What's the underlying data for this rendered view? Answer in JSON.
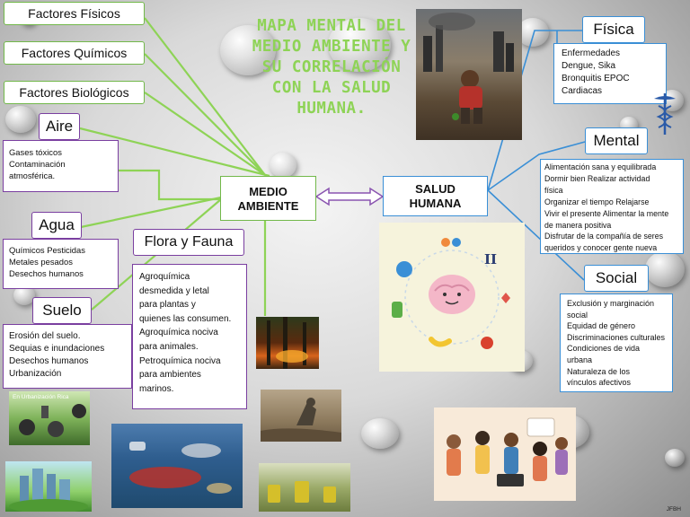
{
  "title": "MAPA MENTAL DEL MEDIO AMBIENTE Y SU CORRELACIÓN CON LA SALUD HUMANA.",
  "center_left": "MEDIO AMBIENTE",
  "center_right": "SALUD HUMANA",
  "factors": {
    "fisicos": "Factores Físicos",
    "quimicos": "Factores Químicos",
    "biologicos": "Factores Biológicos"
  },
  "aire": {
    "label": "Aire",
    "items": [
      "Gases tóxicos",
      "Contaminación",
      "atmosférica."
    ]
  },
  "agua": {
    "label": "Agua",
    "items": [
      "Químicos Pesticidas",
      "Metales pesados",
      "Desechos humanos"
    ]
  },
  "suelo": {
    "label": "Suelo",
    "items": [
      "Erosión del suelo.",
      "Sequias e inundaciones",
      "Desechos humanos",
      "Urbanización"
    ]
  },
  "flora": {
    "label": "Flora y Fauna",
    "items": [
      "Agroquímica",
      "desmedida y letal",
      "para plantas y",
      "quienes las consumen.",
      "Agroquímica nociva",
      "para animales.",
      "Petroquímica nociva",
      "para ambientes",
      "marinos."
    ]
  },
  "fisica": {
    "label": "Física",
    "items": [
      "Enfermedades",
      "Dengue, Sika",
      "Bronquitis EPOC",
      "Cardiacas"
    ]
  },
  "mental": {
    "label": "Mental",
    "items": [
      "Alimentación sana y equilibrada",
      "Dormir bien Realizar actividad",
      "física",
      "Organizar el tiempo Relajarse",
      "Vivir el presente Alimentar la mente",
      "de manera positiva",
      "Disfrutar de la compañía de seres",
      "queridos y conocer gente nueva"
    ]
  },
  "social": {
    "label": "Social",
    "items": [
      "Exclusión y marginación",
      "social",
      "Equidad de género",
      "Discriminaciones culturales",
      "Condiciones de vida",
      "urbana",
      "Naturaleza de los",
      "vínculos afectivos"
    ]
  },
  "photo_caption": "En Urbanización Rica",
  "brain_symbol": "II",
  "credit": "JFBH",
  "colors": {
    "title": "#8ed356",
    "green_border": "#72b84a",
    "purple_border": "#7a3fa0",
    "blue_border": "#3a8fd6"
  }
}
